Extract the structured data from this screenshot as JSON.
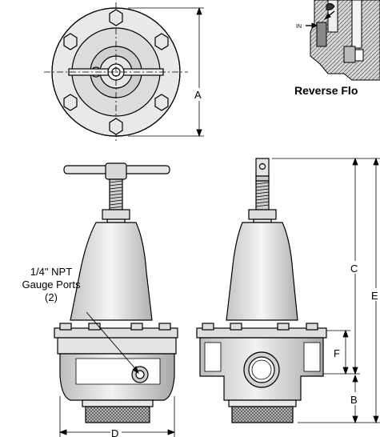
{
  "labels": {
    "in": "IN",
    "reverse_flow": "Reverse Flo",
    "gauge_line1": "1/4\" NPT",
    "gauge_line2": "Gauge Ports",
    "gauge_line3": "(2)",
    "dim_a": "A",
    "dim_b": "B",
    "dim_c": "C",
    "dim_d": "D",
    "dim_e": "E",
    "dim_f": "F"
  }
}
